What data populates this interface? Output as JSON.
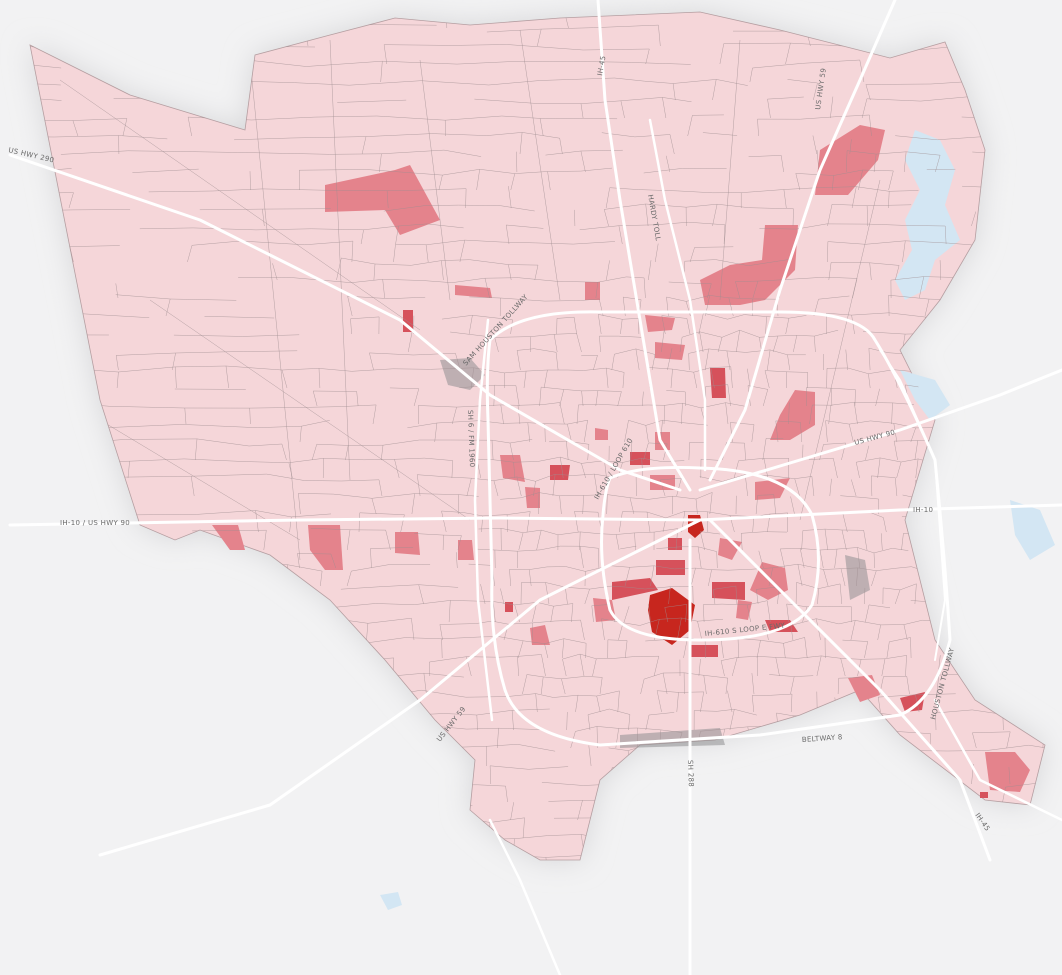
{
  "map": {
    "colors": {
      "background": "#f2f2f3",
      "shadow": "#d6d6d8",
      "county_fill": "#f5d6d9",
      "tract_lines": "#9f8d90",
      "highways": "#ffffff",
      "water": "#d3e6f3",
      "gray_area": "#8f8f92",
      "shade_light": "#f0b4ba",
      "shade_medium": "#e4838c",
      "shade_strong": "#d6515b",
      "shade_darkest": "#c7261e"
    },
    "road_labels": {
      "us290": "US HWY 290",
      "ih45n": "IH-45",
      "us59n": "US HWY 59",
      "hardy": "HARDY TOLL",
      "sam": "SAM HOUSTON TOLLWAY",
      "us90e": "US HWY 90",
      "ih10w": "IH-10 / US HWY 90",
      "ih10e": "IH-10",
      "sh6": "SH 6 / FM 1960",
      "loop610": "IH-610 / LOOP 610",
      "ih610s": "IH-610 S LOOP E FWY",
      "us59s": "US HWY 59",
      "sh288": "SH 288",
      "beltway": "BELTWAY 8",
      "tollway": "HOUSTON TOLLWAY",
      "ih45s": "IH-45"
    }
  }
}
